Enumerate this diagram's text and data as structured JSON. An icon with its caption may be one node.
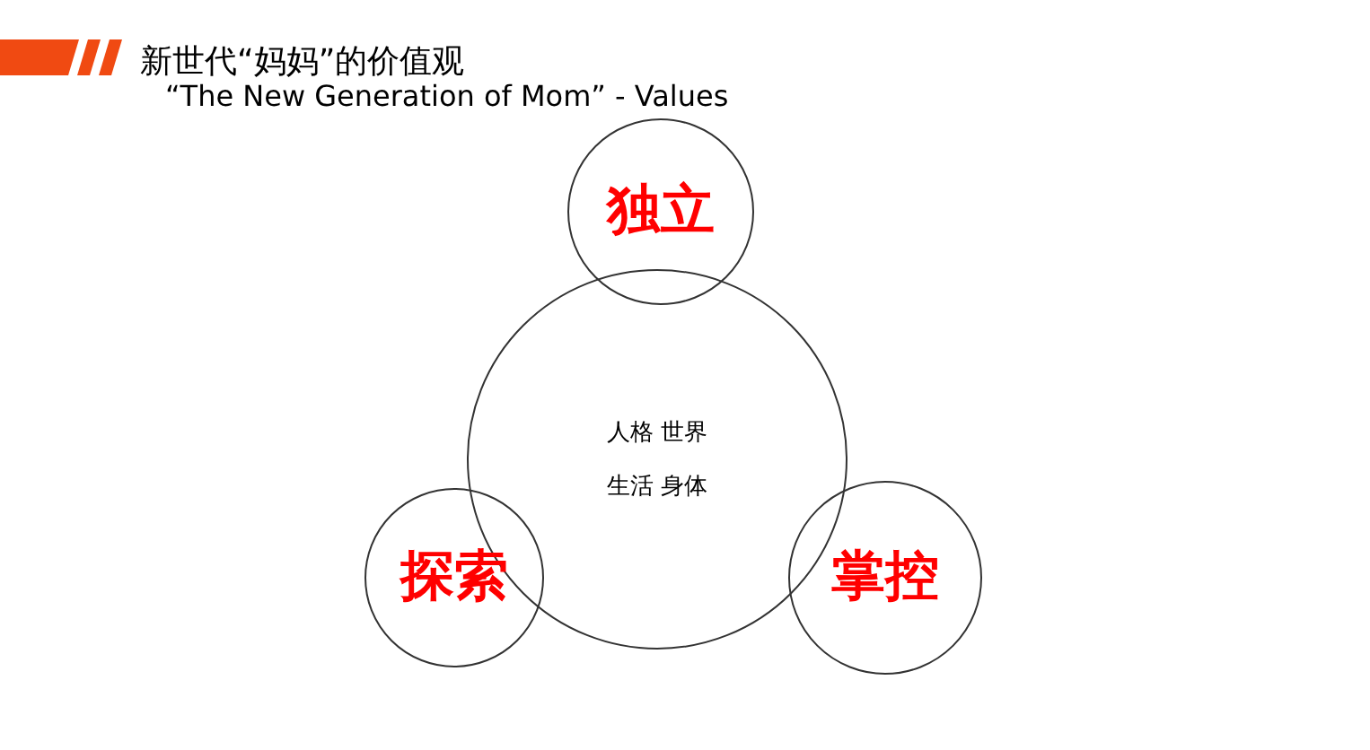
{
  "diagram": {
    "title": "新世代“妈妈”的价值观",
    "nodes": [
      {
        "text": [
          "独立"
        ]
      },
      {
        "text": [
          "人格 世界",
          "生活 身体"
        ]
      },
      {
        "text": [
          "探索"
        ]
      },
      {
        "text": [
          "掌控"
        ]
      }
    ],
    "labels": [
      "“The New Generation of Mom” - Values"
    ]
  }
}
